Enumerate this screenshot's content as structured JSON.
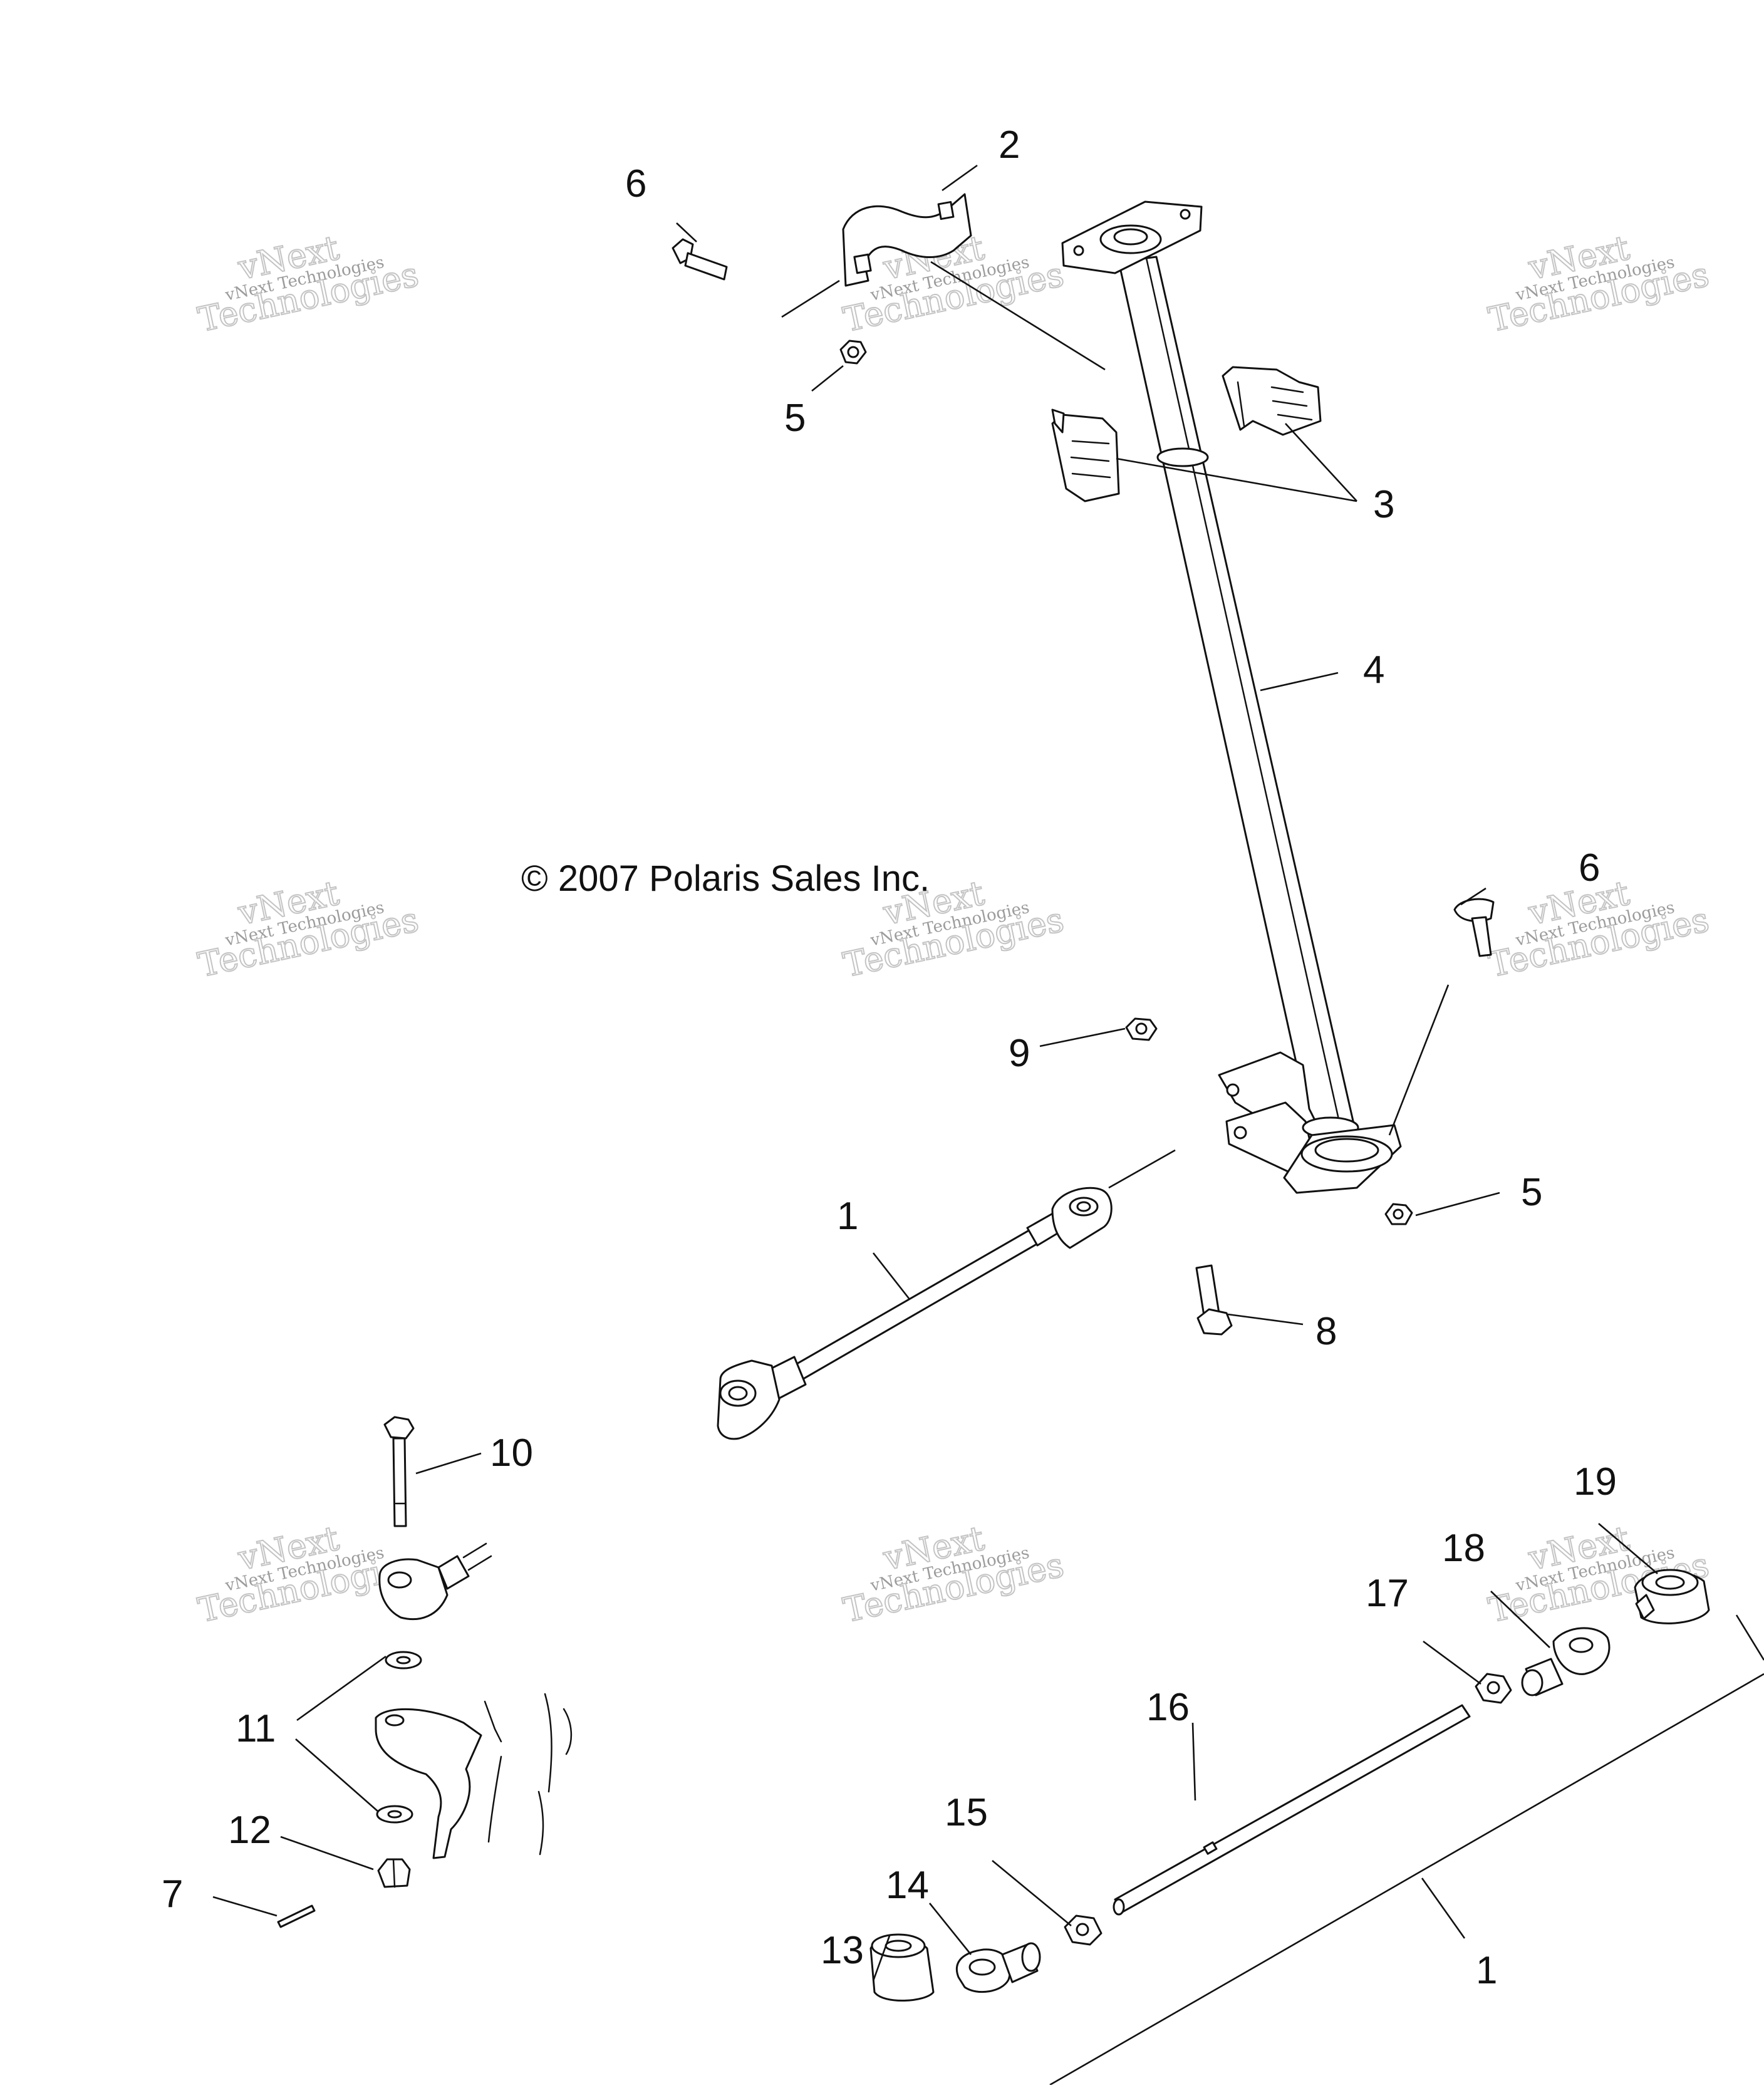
{
  "copyright": "© 2007 Polaris Sales Inc.",
  "watermark": {
    "line1": "vNext",
    "line2": "vNext Technologies",
    "line3": "Technologies"
  },
  "callouts": {
    "c1a": "1",
    "c1b": "1",
    "c2": "2",
    "c3": "3",
    "c4": "4",
    "c5a": "5",
    "c5b": "5",
    "c6a": "6",
    "c6b": "6",
    "c7": "7",
    "c8": "8",
    "c9": "9",
    "c10": "10",
    "c11": "11",
    "c12": "12",
    "c13": "13",
    "c14": "14",
    "c15": "15",
    "c16": "16",
    "c17": "17",
    "c18": "18",
    "c19": "19"
  }
}
